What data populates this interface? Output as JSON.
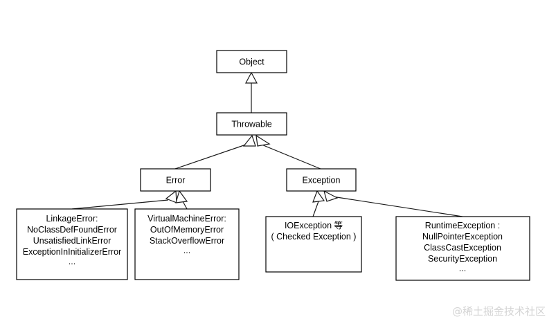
{
  "diagram": {
    "title": "Java Throwable class hierarchy",
    "background_color": "#ffffff",
    "line_color": "#1a1a1a",
    "text_color": "#000000",
    "nodes": {
      "object": {
        "label": "Object"
      },
      "throwable": {
        "label": "Throwable"
      },
      "error": {
        "label": "Error"
      },
      "exception": {
        "label": "Exception"
      },
      "linkage_error": {
        "lines": [
          "LinkageError:",
          "NoClassDefFoundError",
          "UnsatisfiedLinkError",
          "ExceptionInInitializerError",
          "..."
        ]
      },
      "vm_error": {
        "lines": [
          "VirtualMachineError:",
          "OutOfMemoryError",
          "StackOverflowError",
          "..."
        ]
      },
      "io_exception": {
        "lines": [
          "IOException 等",
          "( Checked Exception )"
        ]
      },
      "runtime_exception": {
        "lines": [
          "RuntimeException :",
          "NullPointerException",
          "ClassCastException",
          "SecurityException",
          "..."
        ]
      }
    },
    "edges": [
      {
        "from": "throwable",
        "to": "object",
        "type": "generalization"
      },
      {
        "from": "error",
        "to": "throwable",
        "type": "generalization"
      },
      {
        "from": "exception",
        "to": "throwable",
        "type": "generalization"
      },
      {
        "from": "linkage_error",
        "to": "error",
        "type": "generalization"
      },
      {
        "from": "vm_error",
        "to": "error",
        "type": "generalization"
      },
      {
        "from": "io_exception",
        "to": "exception",
        "type": "generalization"
      },
      {
        "from": "runtime_exception",
        "to": "exception",
        "type": "generalization"
      }
    ]
  },
  "watermark": {
    "text": "@稀土掘金技术社区",
    "color": "#d4d4d4"
  }
}
